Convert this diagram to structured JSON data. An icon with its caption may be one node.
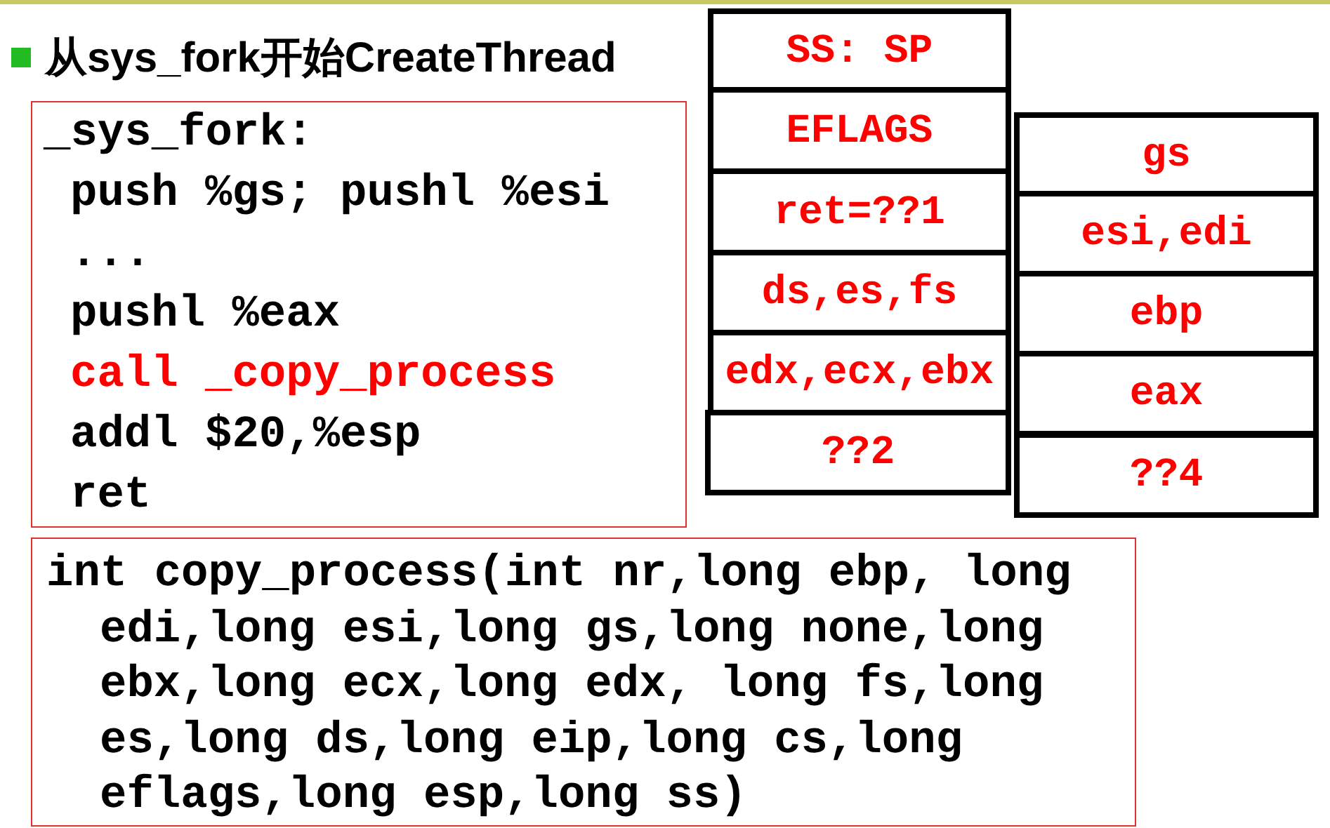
{
  "diagram": {
    "title": "从sys_fork开始CreateThread",
    "nodes": [
      {
        "text": [
          "_sys_fork:",
          "push %gs; pushl %esi",
          "...",
          "pushl %eax",
          "call _copy_process",
          "addl $20,%esp",
          "ret"
        ]
      },
      {
        "text": [
          "int copy_process(int nr,long ebp, long edi,long esi,long gs,long none,long ebx,long ecx,long edx, long fs,long es,long ds,long eip,long cs,long eflags,long esp,long ss)"
        ]
      },
      {
        "text": [
          "SS: SP"
        ]
      },
      {
        "text": [
          "EFLAGS"
        ]
      },
      {
        "text": [
          "ret=??1"
        ]
      },
      {
        "text": [
          "ds,es,fs"
        ]
      },
      {
        "text": [
          "edx,ecx,ebx"
        ]
      },
      {
        "text": [
          "??2"
        ]
      },
      {
        "text": [
          "gs"
        ]
      },
      {
        "text": [
          "esi,edi"
        ]
      },
      {
        "text": [
          "ebp"
        ]
      },
      {
        "text": [
          "eax"
        ]
      },
      {
        "text": [
          "??4"
        ]
      }
    ],
    "edges": []
  }
}
